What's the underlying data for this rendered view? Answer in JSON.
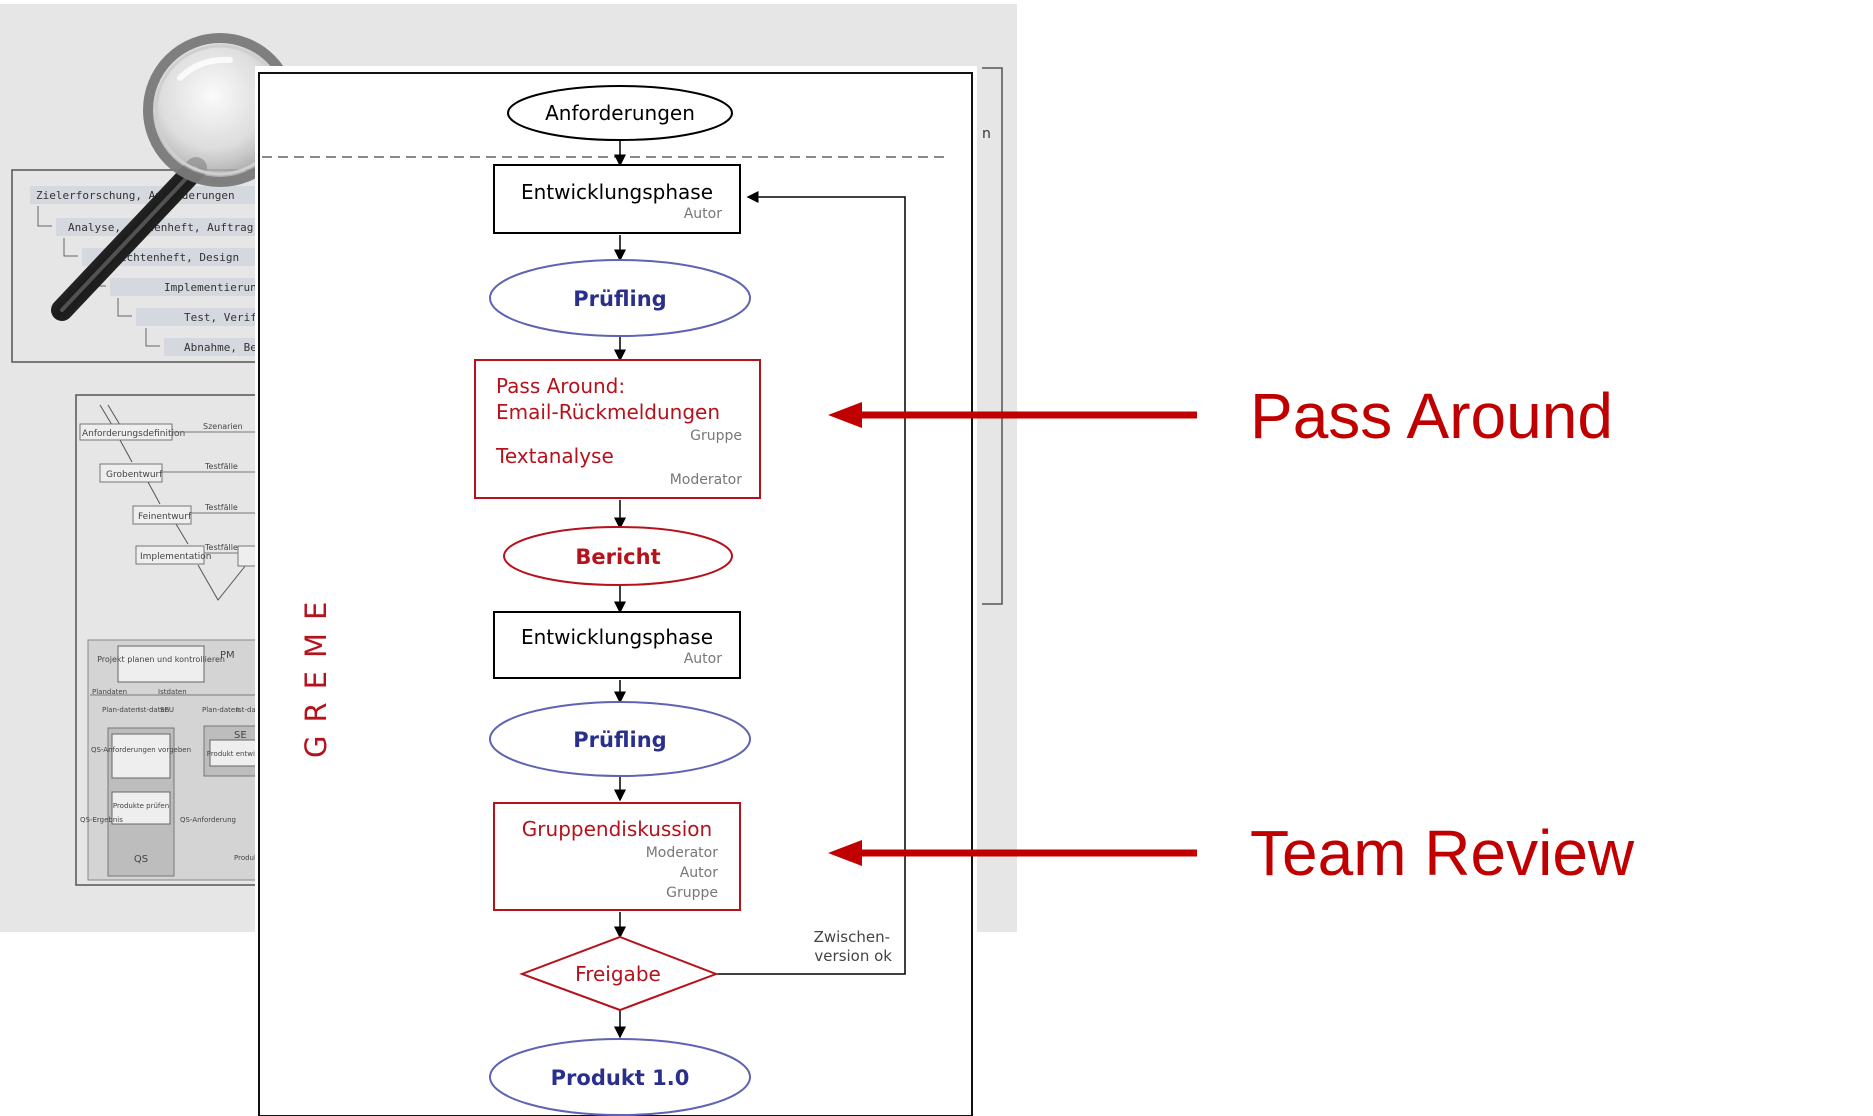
{
  "background_doc": {
    "tree": [
      "Zielerforschung, Anforderungen",
      "Analyse, Lastenheft, Auftrag",
      "Pflichtenheft, Design",
      "Implementierung",
      "Test, Verifikation",
      "Abnahme, Betrieb"
    ],
    "v_model": {
      "steps": [
        "Anforderungsdefinition",
        "Grobentwurf",
        "Feinentwurf",
        "Implementation"
      ],
      "side_labels": [
        "Szenarien",
        "Testfälle",
        "Testfälle",
        "Testfälle"
      ]
    },
    "pm_block": {
      "pm_label": "PM",
      "plan_box": "Projekt planen und kontrollieren",
      "plandaten": "Plandaten",
      "istdaten": "Istdaten",
      "plan_short": "Plan-daten",
      "ist_short": "Ist-daten",
      "seu": "SEU",
      "qs_req": "QS-Anforderungen vorgeben",
      "produkte": "Produkte prüfen",
      "qs_label": "QS",
      "qs_ergebnis": "QS-Ergebnis",
      "qs_anforderung": "QS-Anforderung",
      "se_label": "SE",
      "se_box": "Produkt entwickeln",
      "prod": "Produkt"
    }
  },
  "flowchart": {
    "side_label": "GREME",
    "nodes": {
      "anforderungen": "Anforderungen",
      "entwicklung1": {
        "title": "Entwicklungsphase",
        "role": "Autor"
      },
      "pruefling1": "Prüfling",
      "pass_around": {
        "line1": "Pass Around:",
        "line2": "Email-Rückmeldungen",
        "role1": "Gruppe",
        "line3": "Textanalyse",
        "role2": "Moderator"
      },
      "bericht": "Bericht",
      "entwicklung2": {
        "title": "Entwicklungsphase",
        "role": "Autor"
      },
      "pruefling2": "Prüfling",
      "gruppendiskussion": {
        "title": "Gruppendiskussion",
        "roles": [
          "Moderator",
          "Autor",
          "Gruppe"
        ]
      },
      "freigabe": "Freigabe",
      "produkt": "Produkt 1.0"
    },
    "loop_label": [
      "Zwischen-",
      "version ok"
    ]
  },
  "callouts": {
    "pass_around": "Pass Around",
    "team_review": "Team Review"
  },
  "colors": {
    "red": "#b5121b",
    "blue_text": "#2b2f8c",
    "blue_stroke": "#5f63b3",
    "callout_red": "#c00000",
    "gray_bg": "#e6e6e6"
  }
}
